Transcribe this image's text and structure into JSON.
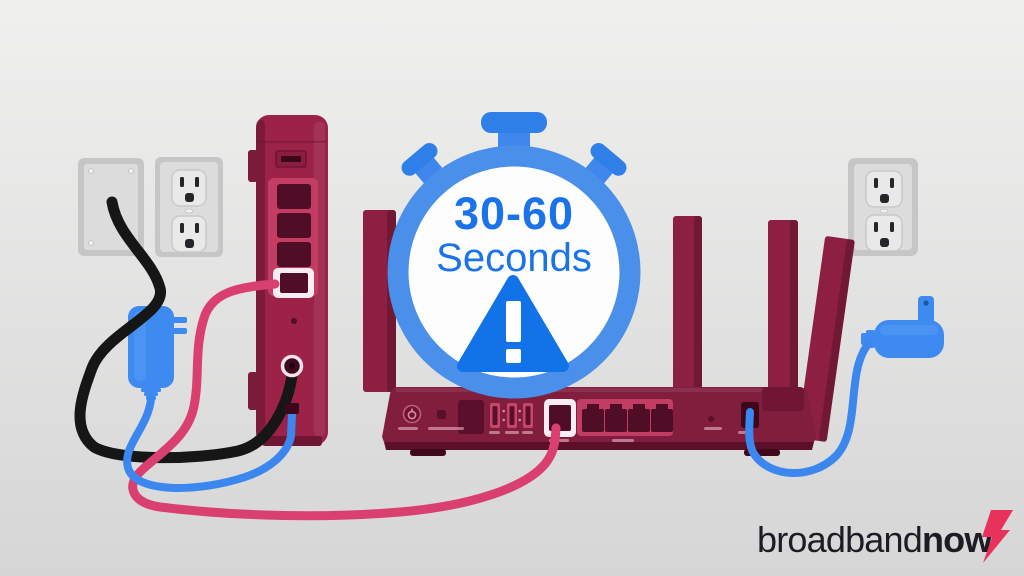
{
  "stopwatch": {
    "duration": "30-60",
    "unit": "Seconds"
  },
  "logo": {
    "brand_regular": "broadband",
    "brand_bold": "now"
  },
  "colors": {
    "background_top": "#f0f0ef",
    "background_bottom": "#d6d6d6",
    "stopwatch_ring": "#4a90ea",
    "stopwatch_button": "#2f7fe8",
    "stopwatch_text": "#1a73e8",
    "warning_triangle": "#1273e8",
    "modem_red": "#9c2248",
    "router_red": "#811e3e",
    "antenna_red": "#8c1f42",
    "port_panel_pink": "#c33c63",
    "ethernet_cable_pink": "#d94070",
    "power_cable_blue": "#3b87ee",
    "coax_cable_black": "#161616",
    "adapter_blue": "#3d8bf0",
    "outlet_plate_gray": "#c6c6c6",
    "logo_text": "#1c1c24",
    "logo_bolt": "#e8315b"
  }
}
